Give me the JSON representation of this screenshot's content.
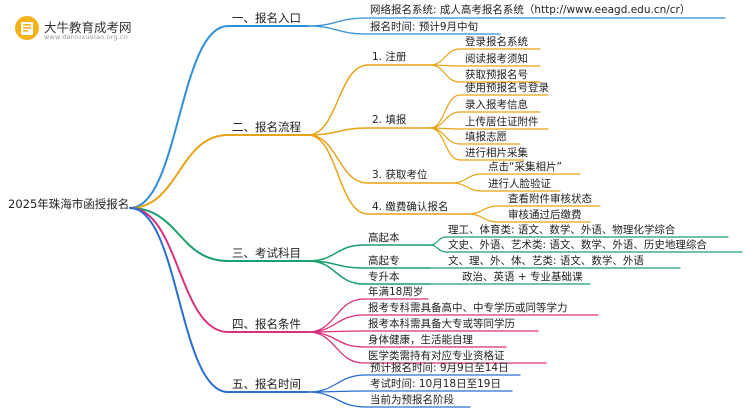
{
  "logo": {
    "name": "大牛教育成考网",
    "url": "www.daniuxuelao.org.cn"
  },
  "root": "2025年珠海市函授报名",
  "sections": [
    {
      "label": "一、报名入口",
      "children": [
        {
          "label": "网络报名系统: 成人高考报名系统（http://www.eeagd.edu.cn/cr）"
        },
        {
          "label": "报名时间: 预计9月中旬"
        }
      ]
    },
    {
      "label": "二、报名流程",
      "children": [
        {
          "label": "1. 注册",
          "children": [
            "登录报名系统",
            "阅读报考须知",
            "获取预报名号"
          ]
        },
        {
          "label": "2. 填报",
          "children": [
            "使用预报名号登录",
            "录入报考信息",
            "上传居住证附件",
            "填报志愿",
            "进行相片采集"
          ]
        },
        {
          "label": "3. 获取考位",
          "children": [
            "点击“采集相片”",
            "进行人脸验证"
          ]
        },
        {
          "label": "4. 缴费确认报名",
          "children": [
            "查看附件审核状态",
            "审核通过后缴费"
          ]
        }
      ]
    },
    {
      "label": "三、考试科目",
      "children": [
        {
          "label": "高起本",
          "children": [
            "理工、体育类: 语文、数学、外语、物理化学综合",
            "文史、外语、艺术类: 语文、数学、外语、历史地理综合"
          ]
        },
        {
          "label": "高起专",
          "children": [
            "文、理、外、体、艺类: 语文、数学、外语"
          ]
        },
        {
          "label": "专升本",
          "children": [
            "政治、英语 + 专业基础课"
          ]
        }
      ]
    },
    {
      "label": "四、报名条件",
      "children": [
        {
          "label": "年满18周岁"
        },
        {
          "label": "报考专科需具备高中、中专学历或同等学力"
        },
        {
          "label": "报考本科需具备大专或等同学历"
        },
        {
          "label": "身体健康，生活能自理"
        },
        {
          "label": "医学类需持有对应专业资格证"
        }
      ]
    },
    {
      "label": "五、报名时间",
      "children": [
        {
          "label": "预计报名时间: 9月9日至14日"
        },
        {
          "label": "考试时间: 10月18日至19日"
        },
        {
          "label": "当前为预报名阶段"
        }
      ]
    }
  ],
  "colors": {
    "s1": "#2f8fd8",
    "s2": "#e8a317",
    "s3": "#1aa06b",
    "s4": "#d8307a",
    "s5": "#2a6fcf"
  }
}
